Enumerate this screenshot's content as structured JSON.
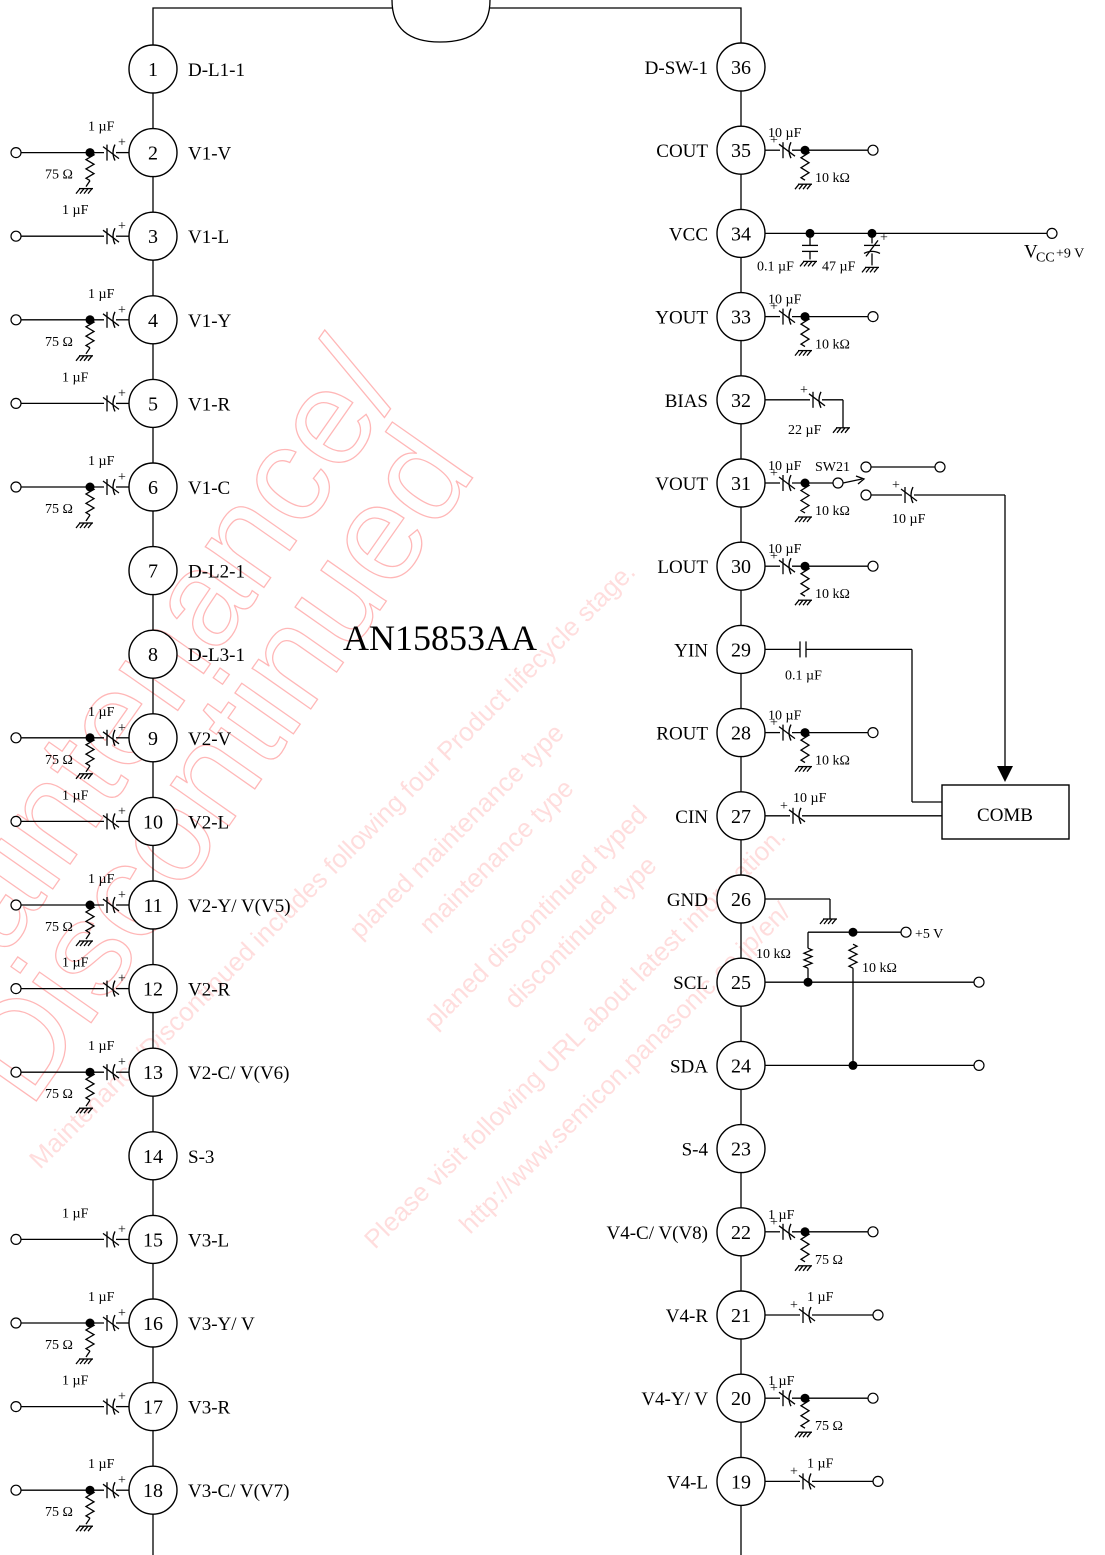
{
  "chip": {
    "name": "AN15853AA"
  },
  "watermark": {
    "big1": "Maintenance/",
    "big2": "Discontinued",
    "lines": [
      "Maintenance/Discontinued includes following four Product lifecycle stage.",
      "planed maintenance type",
      "maintenance type",
      "planed discontinued typed",
      "discontinued type",
      "Please visit following URL about latest information.",
      "http://www.semicon.panasonic.co.jp/en/"
    ],
    "color": "#ff0000"
  },
  "left_pins": [
    {
      "num": "1",
      "name": "D-L1-1",
      "circuit": "none"
    },
    {
      "num": "2",
      "name": "V1-V",
      "circuit": "cap75",
      "cap": "1 µF",
      "res": "75 Ω"
    },
    {
      "num": "3",
      "name": "V1-L",
      "circuit": "cap",
      "cap": "1 µF"
    },
    {
      "num": "4",
      "name": "V1-Y",
      "circuit": "cap75",
      "cap": "1 µF",
      "res": "75 Ω"
    },
    {
      "num": "5",
      "name": "V1-R",
      "circuit": "cap",
      "cap": "1 µF"
    },
    {
      "num": "6",
      "name": "V1-C",
      "circuit": "cap75",
      "cap": "1 µF",
      "res": "75 Ω"
    },
    {
      "num": "7",
      "name": "D-L2-1",
      "circuit": "none"
    },
    {
      "num": "8",
      "name": "D-L3-1",
      "circuit": "none"
    },
    {
      "num": "9",
      "name": "V2-V",
      "circuit": "cap75",
      "cap": "1 µF",
      "res": "75 Ω"
    },
    {
      "num": "10",
      "name": "V2-L",
      "circuit": "cap",
      "cap": "1 µF"
    },
    {
      "num": "11",
      "name": "V2-Y/ V(V5)",
      "circuit": "cap75",
      "cap": "1 µF",
      "res": "75 Ω"
    },
    {
      "num": "12",
      "name": "V2-R",
      "circuit": "cap",
      "cap": "1 µF"
    },
    {
      "num": "13",
      "name": "V2-C/ V(V6)",
      "circuit": "cap75",
      "cap": "1 µF",
      "res": "75 Ω"
    },
    {
      "num": "14",
      "name": "S-3",
      "circuit": "none"
    },
    {
      "num": "15",
      "name": "V3-L",
      "circuit": "cap",
      "cap": "1 µF"
    },
    {
      "num": "16",
      "name": "V3-Y/ V",
      "circuit": "cap75",
      "cap": "1 µF",
      "res": "75 Ω"
    },
    {
      "num": "17",
      "name": "V3-R",
      "circuit": "cap",
      "cap": "1 µF"
    },
    {
      "num": "18",
      "name": "V3-C/ V(V7)",
      "circuit": "cap75",
      "cap": "1 µF",
      "res": "75 Ω"
    }
  ],
  "right_pins": [
    {
      "num": "36",
      "name": "D-SW-1",
      "circuit": "none"
    },
    {
      "num": "35",
      "name": "COUT",
      "circuit": "out10k",
      "cap": "10 µF",
      "res": "10 kΩ"
    },
    {
      "num": "34",
      "name": "VCC",
      "circuit": "vcc"
    },
    {
      "num": "33",
      "name": "YOUT",
      "circuit": "out10k",
      "cap": "10 µF",
      "res": "10 kΩ"
    },
    {
      "num": "32",
      "name": "BIAS",
      "circuit": "bias",
      "cap": "22 µF"
    },
    {
      "num": "31",
      "name": "VOUT",
      "circuit": "vout",
      "cap": "10 µF",
      "res": "10 kΩ"
    },
    {
      "num": "30",
      "name": "LOUT",
      "circuit": "out10k",
      "cap": "10 µF",
      "res": "10 kΩ"
    },
    {
      "num": "29",
      "name": "YIN",
      "circuit": "yin",
      "cap": "0.1 µF"
    },
    {
      "num": "28",
      "name": "ROUT",
      "circuit": "out10k",
      "cap": "10 µF",
      "res": "10 kΩ"
    },
    {
      "num": "27",
      "name": "CIN",
      "circuit": "cin",
      "cap": "10 µF"
    },
    {
      "num": "26",
      "name": "GND",
      "circuit": "gnd"
    },
    {
      "num": "25",
      "name": "SCL",
      "circuit": "scl"
    },
    {
      "num": "24",
      "name": "SDA",
      "circuit": "sda"
    },
    {
      "num": "23",
      "name": "S-4",
      "circuit": "none"
    },
    {
      "num": "22",
      "name": "V4-C/ V(V8)",
      "circuit": "in75",
      "cap": "1 µF",
      "res": "75 Ω"
    },
    {
      "num": "21",
      "name": "V4-R",
      "circuit": "incap",
      "cap": "1 µF"
    },
    {
      "num": "20",
      "name": "V4-Y/ V",
      "circuit": "in75",
      "cap": "1 µF",
      "res": "75 Ω"
    },
    {
      "num": "19",
      "name": "V4-L",
      "circuit": "incap",
      "cap": "1 µF"
    }
  ],
  "vcc": {
    "cap1": "0.1 µF",
    "cap2": "47 µF",
    "supply_main": "V",
    "supply_sub": "CC",
    "supply_value": "+9 V"
  },
  "vout_extra": {
    "switch": "SW21",
    "cap": "10 µF"
  },
  "comb": {
    "label": "COMB"
  },
  "i2c": {
    "supply": "+5 V",
    "res1": "10 kΩ",
    "res2": "10 kΩ"
  }
}
